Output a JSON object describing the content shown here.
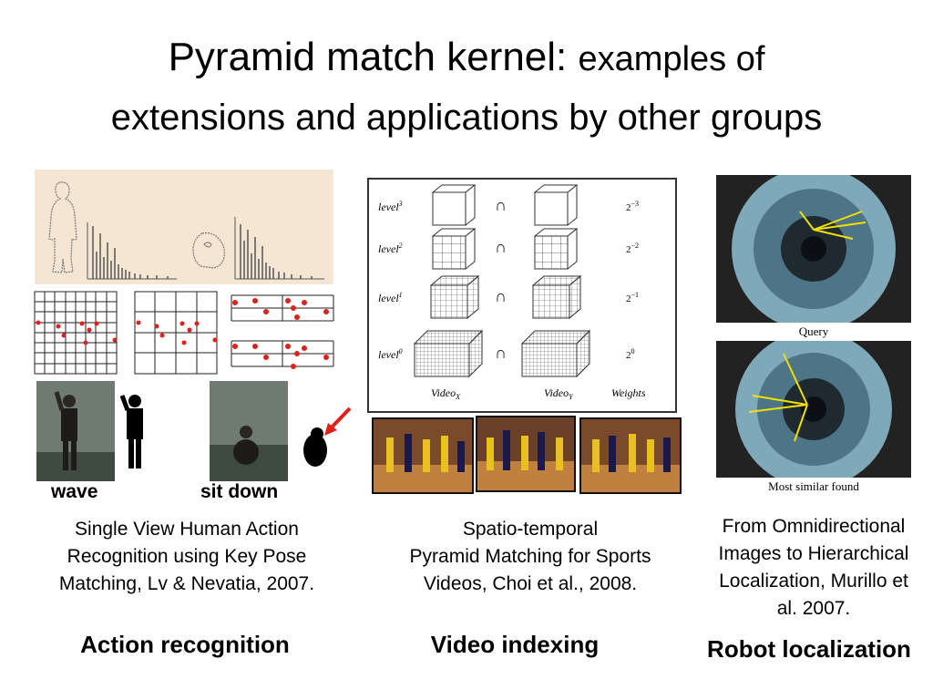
{
  "title": {
    "main": "Pyramid match kernel:",
    "sub": "examples of",
    "line2": "extensions and applications by other groups"
  },
  "action": {
    "label_wave": "wave",
    "label_sit": "sit down",
    "caption_lines": [
      "Single View Human Action",
      "Recognition using Key Pose",
      "Matching, Lv & Nevatia, 2007."
    ],
    "heading": "Action recognition"
  },
  "video": {
    "levels": [
      "level",
      "level",
      "level",
      "level"
    ],
    "level_sups": [
      "3",
      "2",
      "1",
      "0"
    ],
    "weights": [
      "2",
      "2",
      "2",
      "2"
    ],
    "weight_sups": [
      "−3",
      "−2",
      "−1",
      "0"
    ],
    "video_x": "Video",
    "video_x_sub": "X",
    "video_y": "Video",
    "video_y_sub": "Y",
    "weights_label": "Weights",
    "caption_lines": [
      "Spatio-temporal",
      "Pyramid Matching for Sports",
      "Videos, Choi et al., 2008."
    ],
    "heading": "Video indexing"
  },
  "robot": {
    "query_label": "Query",
    "found_label": "Most similar found",
    "caption_lines": [
      "From Omnidirectional",
      "Images to Hierarchical",
      "Localization, Murillo et",
      "al. 2007."
    ],
    "heading": "Robot localization"
  }
}
